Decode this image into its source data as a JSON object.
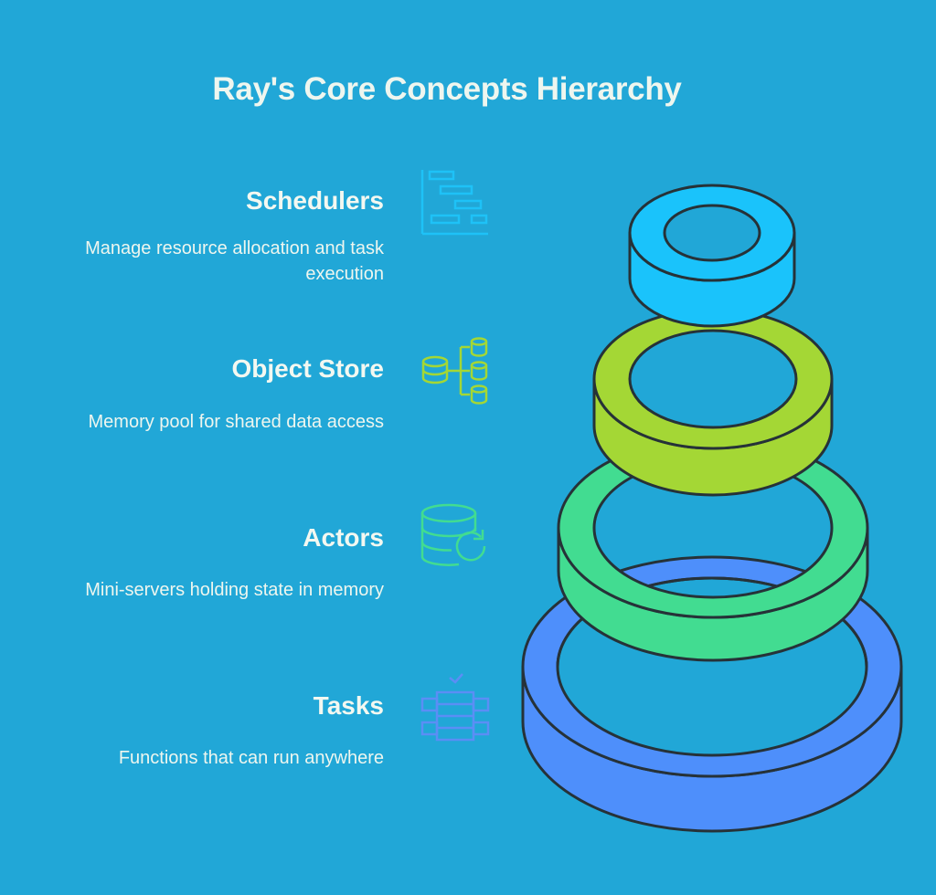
{
  "title": "Ray's Core Concepts Hierarchy",
  "layers": [
    {
      "name": "Schedulers",
      "description": "Manage resource allocation and task execution",
      "icon": "gantt-schedule-icon",
      "color": "#1ac3fb"
    },
    {
      "name": "Object Store",
      "description": "Memory pool for shared data access",
      "icon": "database-network-icon",
      "color": "#a4d735"
    },
    {
      "name": "Actors",
      "description": "Mini-servers holding state in memory",
      "icon": "database-sync-icon",
      "color": "#42dc91"
    },
    {
      "name": "Tasks",
      "description": "Functions that can run anywhere",
      "icon": "task-stack-check-icon",
      "color": "#4e8ffb"
    }
  ]
}
